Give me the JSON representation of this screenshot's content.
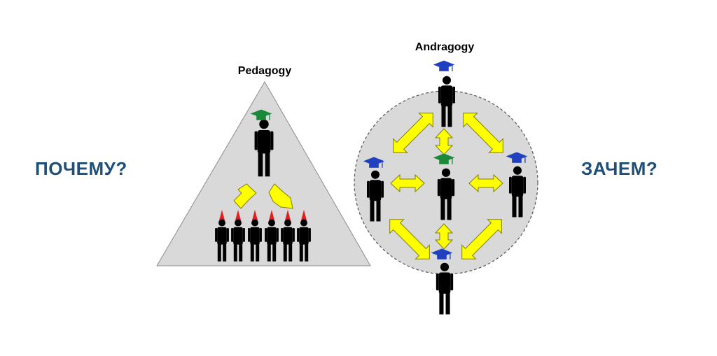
{
  "left_question": "ПОЧЕМУ?",
  "right_question": "ЗАЧЕМ?",
  "pedagogy": {
    "title": "Pedagogy",
    "teacher_cap_color": "#1a8a3a",
    "student_hat_color": "#e02020",
    "student_count": 6
  },
  "andragogy": {
    "title": "Andragogy",
    "cap_color_center": "#1a8a3a",
    "cap_color_outer": "#2040c0"
  },
  "colors": {
    "shape_fill": "#d9d9d9",
    "arrow_fill": "#ffff00",
    "arrow_stroke": "#808000",
    "figure": "#000000",
    "question_text": "#1f4e79"
  }
}
